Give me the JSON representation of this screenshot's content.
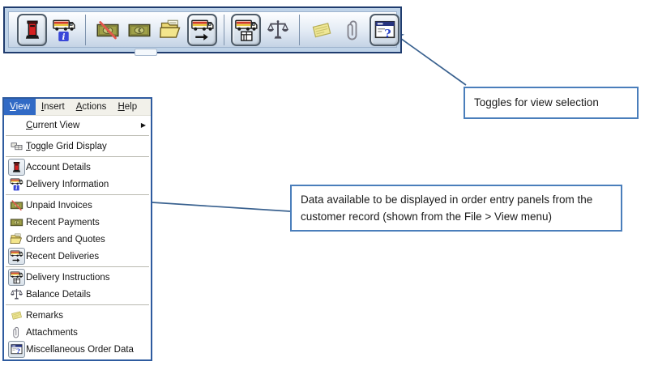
{
  "toolbar": {
    "buttons": [
      {
        "name": "account-details",
        "icon": "pillar-box",
        "toggled": true
      },
      {
        "name": "delivery-information",
        "icon": "truck-info-badge",
        "toggled": false
      },
      {
        "sep": true
      },
      {
        "name": "unpaid-invoices",
        "icon": "banknote-crossed",
        "toggled": false
      },
      {
        "name": "recent-payments",
        "icon": "banknote",
        "toggled": false
      },
      {
        "name": "orders-and-quotes",
        "icon": "open-folder",
        "toggled": false
      },
      {
        "name": "recent-deliveries",
        "icon": "truck-right-arrow",
        "toggled": true
      },
      {
        "sep": true
      },
      {
        "name": "delivery-instructions",
        "icon": "truck-grid",
        "toggled": true
      },
      {
        "name": "balance-details",
        "icon": "balance-scale",
        "toggled": false
      },
      {
        "sep": true
      },
      {
        "name": "remarks",
        "icon": "sticky-note",
        "toggled": false
      },
      {
        "name": "attachments",
        "icon": "paperclip",
        "toggled": false
      },
      {
        "name": "miscellaneous-order-data",
        "icon": "window-question",
        "toggled": true
      }
    ]
  },
  "menu": {
    "bar": [
      {
        "label": "View",
        "underline": 0,
        "selected": true
      },
      {
        "label": "Insert",
        "underline": 0,
        "selected": false
      },
      {
        "label": "Actions",
        "underline": 0,
        "selected": false
      },
      {
        "label": "Help",
        "underline": 0,
        "selected": false
      }
    ],
    "items": [
      {
        "label": "Current View",
        "underline": 0,
        "submenu": true
      },
      {
        "sep": true
      },
      {
        "label": "Toggle Grid Display",
        "underline": 0,
        "icon": "grid-display"
      },
      {
        "sep": true
      },
      {
        "label": "Account Details",
        "icon": "pillar-box",
        "boxed": true
      },
      {
        "label": "Delivery Information",
        "icon": "truck-info-badge"
      },
      {
        "sep": true
      },
      {
        "label": "Unpaid Invoices",
        "icon": "banknote-crossed"
      },
      {
        "label": "Recent Payments",
        "icon": "banknote"
      },
      {
        "label": "Orders and Quotes",
        "icon": "open-folder"
      },
      {
        "label": "Recent Deliveries",
        "icon": "truck-right-arrow",
        "boxed": true
      },
      {
        "sep": true
      },
      {
        "label": "Delivery Instructions",
        "icon": "truck-grid",
        "boxed": true
      },
      {
        "label": "Balance Details",
        "icon": "balance-scale"
      },
      {
        "sep": true
      },
      {
        "label": "Remarks",
        "icon": "sticky-note"
      },
      {
        "label": "Attachments",
        "icon": "paperclip"
      },
      {
        "label": "Miscellaneous Order Data",
        "icon": "window-question",
        "boxed": true
      }
    ]
  },
  "callouts": {
    "toolbar_note": "Toggles for view selection",
    "menu_note": "Data available to be displayed in order entry panels from the customer record (shown from the File > View menu)"
  },
  "colors": {
    "toolbar_border": "#1F3C6E",
    "menu_border": "#2E5B9F",
    "menu_selected": "#316AC5",
    "callout_border": "#4A7EBB",
    "arrow": "#39618F"
  }
}
